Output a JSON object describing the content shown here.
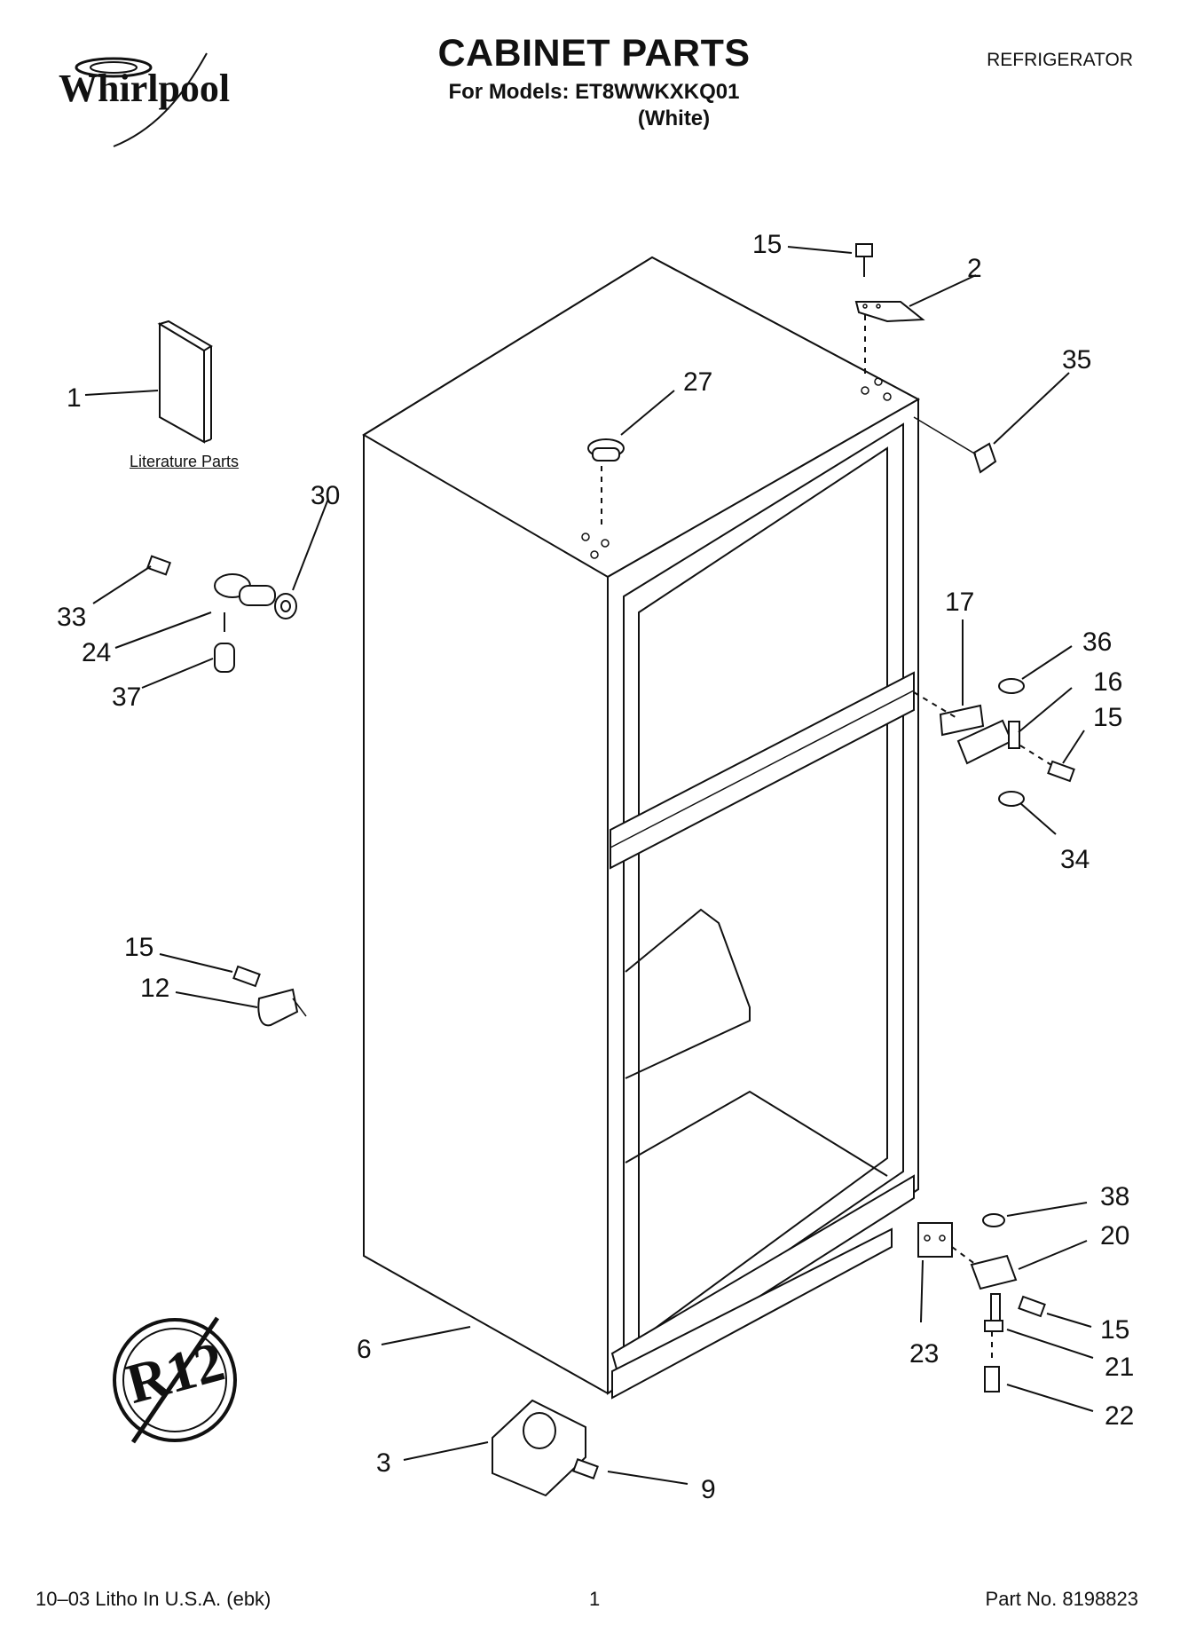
{
  "header": {
    "brand": "Whirlpool",
    "title": "CABINET PARTS",
    "models_line": "For Models: ET8WWKXKQ01",
    "color_line": "(White)",
    "appliance": "REFRIGERATOR"
  },
  "literature_label": "Literature Parts",
  "r12_symbol_text": "R12",
  "callouts": [
    {
      "id": "c1",
      "text": "1"
    },
    {
      "id": "c2",
      "text": "2"
    },
    {
      "id": "c3",
      "text": "3"
    },
    {
      "id": "c6",
      "text": "6"
    },
    {
      "id": "c9",
      "text": "9"
    },
    {
      "id": "c12",
      "text": "12"
    },
    {
      "id": "c15a",
      "text": "15"
    },
    {
      "id": "c15b",
      "text": "15"
    },
    {
      "id": "c15c",
      "text": "15"
    },
    {
      "id": "c15d",
      "text": "15"
    },
    {
      "id": "c16",
      "text": "16"
    },
    {
      "id": "c17",
      "text": "17"
    },
    {
      "id": "c20",
      "text": "20"
    },
    {
      "id": "c21",
      "text": "21"
    },
    {
      "id": "c22",
      "text": "22"
    },
    {
      "id": "c23",
      "text": "23"
    },
    {
      "id": "c24",
      "text": "24"
    },
    {
      "id": "c27",
      "text": "27"
    },
    {
      "id": "c30",
      "text": "30"
    },
    {
      "id": "c33",
      "text": "33"
    },
    {
      "id": "c34",
      "text": "34"
    },
    {
      "id": "c35",
      "text": "35"
    },
    {
      "id": "c36",
      "text": "36"
    },
    {
      "id": "c37",
      "text": "37"
    },
    {
      "id": "c38",
      "text": "38"
    }
  ],
  "footer": {
    "left": "10–03 Litho In U.S.A. (ebk)",
    "page": "1",
    "part_no": "Part No. 8198823"
  }
}
